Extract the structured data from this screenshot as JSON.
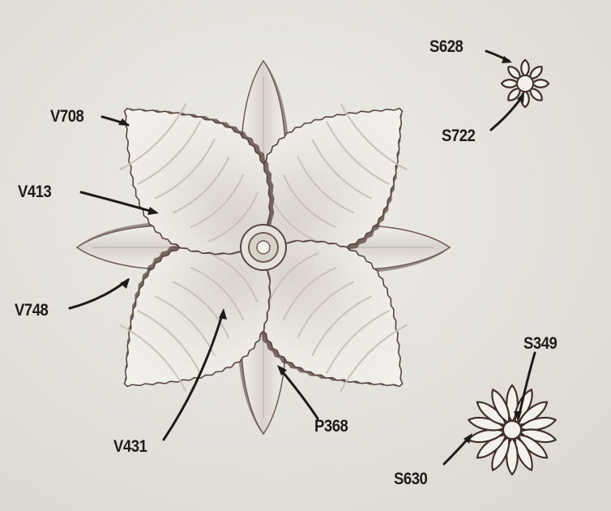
{
  "image": {
    "subject": "leather tooling flower stamp sample",
    "colors": {
      "background": "#e6e4de",
      "petal_fill": "#ece9e3",
      "petal_shadow": "#5a4640",
      "label": "#1f1b1a"
    }
  },
  "labels": {
    "v708": "V708",
    "v413": "V413",
    "v748": "V748",
    "v431": "V431",
    "p368": "P368",
    "s628": "S628",
    "s722": "S722",
    "s349": "S349",
    "s630": "S630"
  }
}
